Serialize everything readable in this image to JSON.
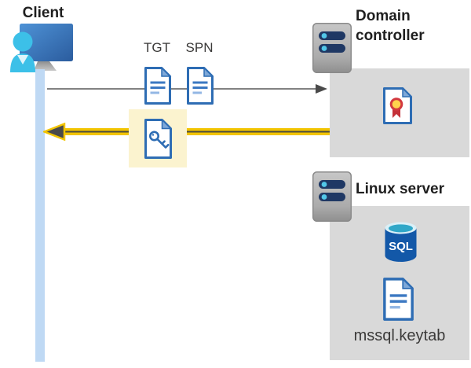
{
  "colors": {
    "accent_yellow": "#F2C400",
    "highlight_yellow": "#FBF3CF",
    "box_gray": "#D9D9D9",
    "doc_blue": "#2E6DB4",
    "doc_fold_blue": "#7EA8D8",
    "doc_line_blue": "#3B78C2",
    "doc_line_light": "#93B7E4",
    "arrow_gray": "#4A4A4A",
    "arrow_line_gray": "#595959",
    "lifeline_blue": "#BFD9F4",
    "sql_blue": "#1358A8",
    "sql_rim_teal": "#2FA7C8",
    "person_cyan": "#3CC0E8",
    "server_bar_navy": "#1F3864",
    "server_dot_cyan": "#52C7E8",
    "cert_red": "#C43138",
    "cert_gold": "#FFD34D",
    "heading_text": "#1F1F1F",
    "label_text": "#3B3A39"
  },
  "client": {
    "label": "Client"
  },
  "flow": {
    "tgt_label": "TGT",
    "spn_label": "SPN"
  },
  "domain_controller": {
    "label": "Domain controller"
  },
  "linux_server": {
    "label": "Linux server",
    "database_label": "SQL",
    "keytab_label": "mssql.keytab"
  }
}
